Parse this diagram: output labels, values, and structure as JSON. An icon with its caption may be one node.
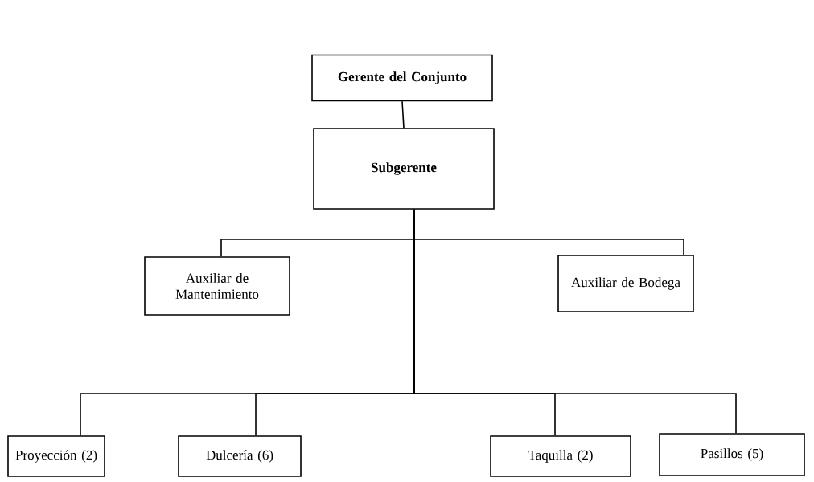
{
  "diagram": {
    "nodes": [
      {
        "text": [
          "Gerente del Conjunto"
        ]
      },
      {
        "text": [
          "Subgerente"
        ]
      },
      {
        "text": [
          "Auxiliar de Mantenimiento"
        ]
      },
      {
        "text": [
          "Auxiliar de Bodega"
        ]
      },
      {
        "text": [
          "Proyección (2)"
        ]
      },
      {
        "text": [
          "Dulcería (6)"
        ]
      },
      {
        "text": [
          "Taquilla (2)"
        ]
      },
      {
        "text": [
          "Pasillos (5)"
        ]
      }
    ],
    "edges": [
      {
        "from": 0,
        "to": 1,
        "arrow": "none"
      },
      {
        "from": 1,
        "to": 2,
        "arrow": "none"
      },
      {
        "from": 1,
        "to": 3,
        "arrow": "none"
      },
      {
        "from": 1,
        "to": 4,
        "arrow": "none"
      },
      {
        "from": 1,
        "to": 5,
        "arrow": "none"
      },
      {
        "from": 1,
        "to": 6,
        "arrow": "none"
      },
      {
        "from": 1,
        "to": 7,
        "arrow": "none"
      }
    ]
  }
}
